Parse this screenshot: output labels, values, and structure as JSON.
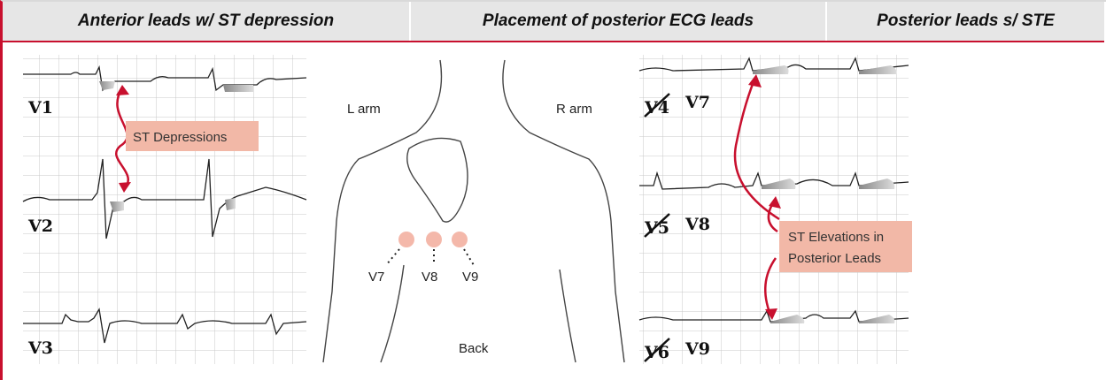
{
  "headers": [
    "Anterior leads w/ ST depression",
    "Placement of posterior ECG leads",
    "Posterior leads s/ STE"
  ],
  "anterior": {
    "leads": [
      "V1",
      "V2",
      "V3"
    ],
    "annotation": "ST Depressions"
  },
  "placement": {
    "left_label": "L arm",
    "right_label": "R arm",
    "electrodes": [
      "V7",
      "V8",
      "V9"
    ],
    "bottom_label": "Back"
  },
  "posterior": {
    "crossed_leads": [
      "V4",
      "V5",
      "V6"
    ],
    "leads": [
      "V7",
      "V8",
      "V9"
    ],
    "annotation_line1": "ST Elevations in",
    "annotation_line2": "Posterior Leads"
  },
  "colors": {
    "accent": "#c8102e",
    "annotation_bg": "#f2b8a7",
    "electrode": "#f4b8aa",
    "header_bg": "#e6e6e6",
    "grid": "#c9c9c9"
  }
}
